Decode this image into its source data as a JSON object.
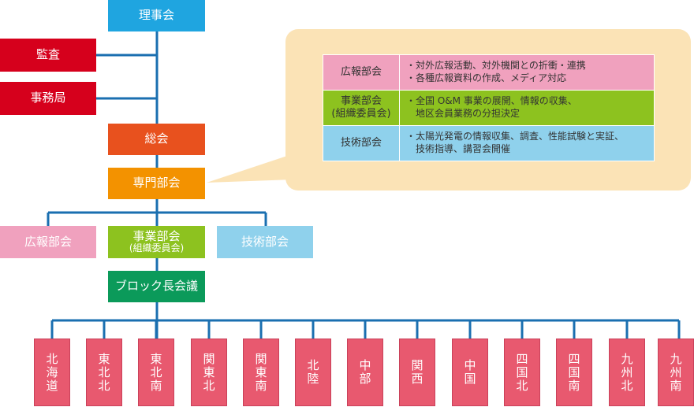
{
  "top": {
    "board": "理事会",
    "audit": "監査",
    "secretariat": "事務局",
    "general_assembly": "総会",
    "expert_committee": "専門部会"
  },
  "committees": {
    "pr": "広報部会",
    "business": "事業部会",
    "business_sub": "(組織委員会)",
    "tech": "技術部会"
  },
  "block_meeting": "ブロック長会議",
  "regions": [
    "北海道",
    "東北北",
    "東北南",
    "関東北",
    "関東南",
    "北陸",
    "中部",
    "関西",
    "中国",
    "四国北",
    "四国南",
    "九州北",
    "九州南"
  ],
  "details": [
    {
      "name": "広報部会",
      "sub": "",
      "lines": [
        "・対外広報活動、対外機関との折衝・連携",
        "・各種広報資料の作成、メディア対応"
      ]
    },
    {
      "name": "事業部会",
      "sub": "(組織委員会)",
      "lines": [
        "・全国 O&M 事業の展開、情報の収集、",
        "　地区会員業務の分担決定"
      ]
    },
    {
      "name": "技術部会",
      "sub": "",
      "lines": [
        "・太陽光発電の情報収集、調査、性能試験と実証、",
        "　技術指導、講習会開催"
      ]
    }
  ],
  "colors": {
    "board": "#1fa5e0",
    "red": "#d6001c",
    "general": "#e8511e",
    "expert": "#f39200",
    "pr": "#f0a1be",
    "business": "#8dc21f",
    "tech": "#8fd1ec",
    "block": "#0b9a5a",
    "region": "#e8596f",
    "line": "#1a6fb0",
    "callout": "#fbe3b6"
  }
}
